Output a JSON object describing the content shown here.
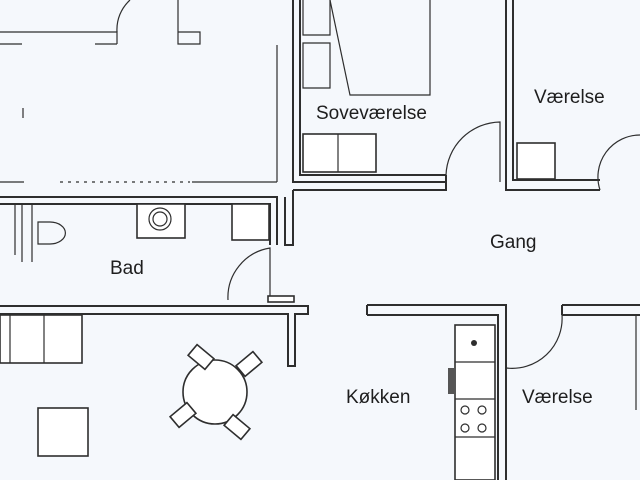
{
  "rooms": {
    "bedroom": "Soveværelse",
    "room_top": "Værelse",
    "hall": "Gang",
    "bath": "Bad",
    "kitchen": "Køkken",
    "room_bottom": "Værelse"
  },
  "colors": {
    "background": "#f5f8fc",
    "lines": "#2e2e2e"
  }
}
